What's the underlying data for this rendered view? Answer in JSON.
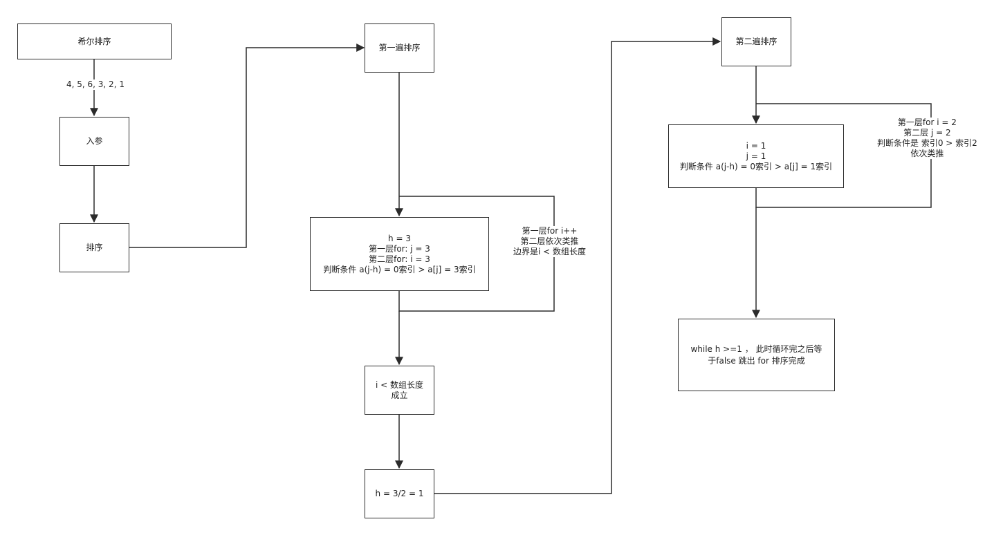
{
  "nodes": {
    "shell_sort": "希尔排序",
    "input_param": "入参",
    "sort": "排序",
    "first_pass": "第一遍排序",
    "pass1_detail": [
      "h = 3",
      "第一层for:  j = 3",
      "第二层for: i = 3",
      "判断条件 a(j-h) = 0索引 > a[j] = 3索引"
    ],
    "condition_holds": [
      "i < 数组长度",
      "成立"
    ],
    "h_halve": "h = 3/2 = 1",
    "second_pass": "第二遍排序",
    "pass2_detail": [
      "i = 1",
      "j = 1",
      "判断条件 a(j-h) = 0索引 > a[j] = 1索引"
    ],
    "finish": "while h >=1 ， 此时循环完之后等于false 跳出 for 排序完成"
  },
  "edge_labels": {
    "input_array": "4, 5, 6, 3, 2, 1"
  },
  "notes": {
    "loop1": [
      "第一层for i++",
      "第二层依次类推",
      "边界是i < 数组长度"
    ],
    "loop2": [
      "第一层for i = 2",
      "第二层 j = 2",
      "判断条件是 索引0 > 索引2",
      "依次类推"
    ]
  },
  "colors": {
    "stroke": "#2b2b2b",
    "background": "#ffffff",
    "text": "#222222"
  }
}
